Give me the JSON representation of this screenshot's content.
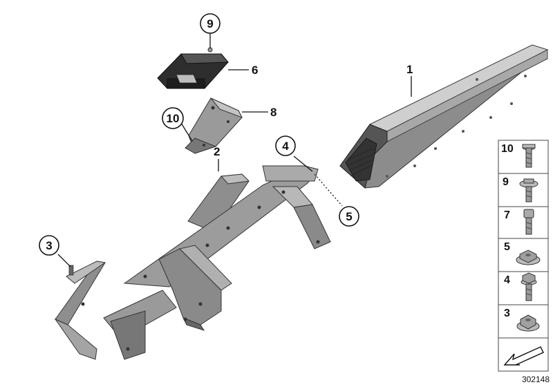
{
  "diagram": {
    "reference_number": "302148",
    "icon": "exploded-view-arrow-icon",
    "callouts": {
      "part_1": "1",
      "part_2": "2",
      "part_3": "3",
      "part_4": "4",
      "part_5": "5",
      "part_6": "6",
      "part_8": "8",
      "part_9": "9",
      "part_10": "10"
    },
    "legend": [
      {
        "number": "10",
        "icon": "torx-screw-long-icon"
      },
      {
        "number": "9",
        "icon": "flange-screw-icon"
      },
      {
        "number": "7",
        "icon": "socket-screw-icon"
      },
      {
        "number": "5",
        "icon": "flange-nut-icon"
      },
      {
        "number": "4",
        "icon": "hex-bolt-icon"
      },
      {
        "number": "3",
        "icon": "hex-nut-icon"
      }
    ]
  }
}
